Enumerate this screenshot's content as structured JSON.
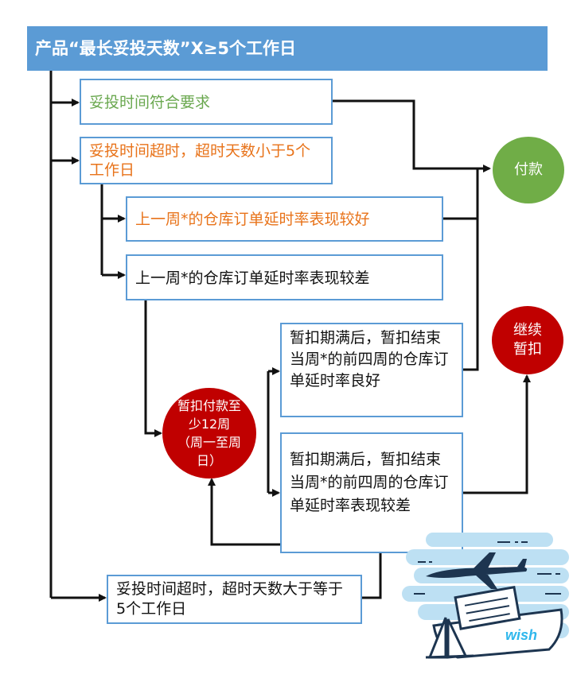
{
  "header": {
    "title": "产品“最长妥投天数”X≥5个工作日"
  },
  "boxes": {
    "ontime": "妥投时间符合要求",
    "over_lt5": "妥投时间超时，超时天数小于5个工作日",
    "week_good": "上一周*的仓库订单延时率表现较好",
    "week_bad": "上一周*的仓库订单延时率表现较差",
    "end_good": "暂扣期满后，暂扣结束当周*的前四周的仓库订单延时率良好",
    "end_bad": "暂扣期满后，暂扣结束当周*的前四周的仓库订单延时率表现较差",
    "over_ge5": "妥投时间超时，超时天数大于等于5个工作日"
  },
  "circles": {
    "pay": "付款",
    "continue_hold": "继续暂扣",
    "hold12": "暂扣付款至少12周（周一至周日）"
  },
  "colors": {
    "blue": "#5b9bd5",
    "green": "#70ad47",
    "red": "#c00000",
    "orange": "#e8731a",
    "arrow": "#111111"
  },
  "illustration": {
    "logo": "wish"
  }
}
